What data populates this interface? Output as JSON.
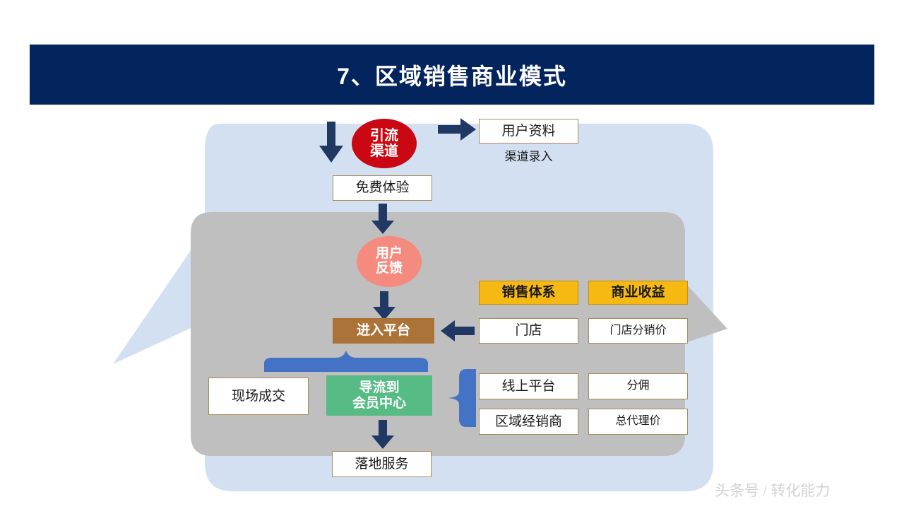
{
  "slide": {
    "title": "7、区域销售商业模式",
    "title_bg": "#04245e",
    "watermark": "头条号 / 转化能力"
  },
  "colors": {
    "bubble_blue": "#d3e0f2",
    "panel_gray": "#bfbfbf",
    "red": "#ca0813",
    "salmon": "#f58a7f",
    "gold": "#f5b912",
    "brown": "#ac7339",
    "green": "#56bb85",
    "arrow_navy": "#1f3864",
    "brace_blue": "#4472c4",
    "box_border": "#a98b57"
  },
  "flow": {
    "channel": "引流\n渠道",
    "channel_line1": "引流",
    "channel_line2": "渠道",
    "user_profile": "用户资料",
    "channel_entry_caption": "渠道录入",
    "free_trial": "免费体验",
    "user_feedback_line1": "用户",
    "user_feedback_line2": "反馈",
    "enter_platform": "进入平台",
    "onsite_deal": "现场成交",
    "guide_line1": "导流到",
    "guide_line2": "会员中心",
    "landing_service": "落地服务"
  },
  "matrix": {
    "headers": [
      "销售体系",
      "商业收益"
    ],
    "rows": [
      [
        "门店",
        "门店分销价"
      ],
      [
        "线上平台",
        "分佣"
      ],
      [
        "区域经销商",
        "总代理价"
      ]
    ]
  }
}
